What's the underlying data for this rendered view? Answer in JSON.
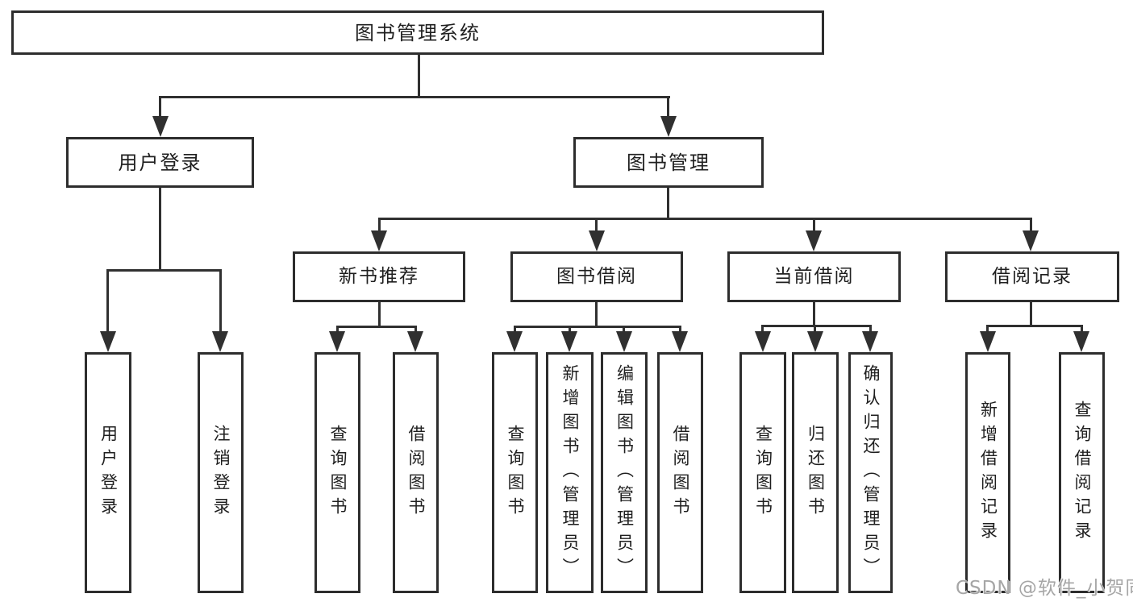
{
  "colors": {
    "background": "#ffffff",
    "line": "#303030",
    "border": "#2d2d2d",
    "text": "#1f1f1f",
    "watermark": "#a6a6a6"
  },
  "tree": {
    "root": "图书管理系统",
    "branches": [
      {
        "label": "用户登录",
        "children": [
          "用户登录",
          "注销登录"
        ]
      },
      {
        "label": "图书管理",
        "children": [
          {
            "label": "新书推荐",
            "children": [
              "查询图书",
              "借阅图书"
            ]
          },
          {
            "label": "图书借阅",
            "children": [
              "查询图书",
              "新增图书（管理员）",
              "编辑图书（管理员）",
              "借阅图书"
            ]
          },
          {
            "label": "当前借阅",
            "children": [
              "查询图书",
              "归还图书",
              "确认归还（管理员）"
            ]
          },
          {
            "label": "借阅记录",
            "children": [
              "新增借阅记录",
              "查询借阅记录"
            ]
          }
        ]
      }
    ]
  },
  "watermark": "CSDN @软件_小贺同学"
}
